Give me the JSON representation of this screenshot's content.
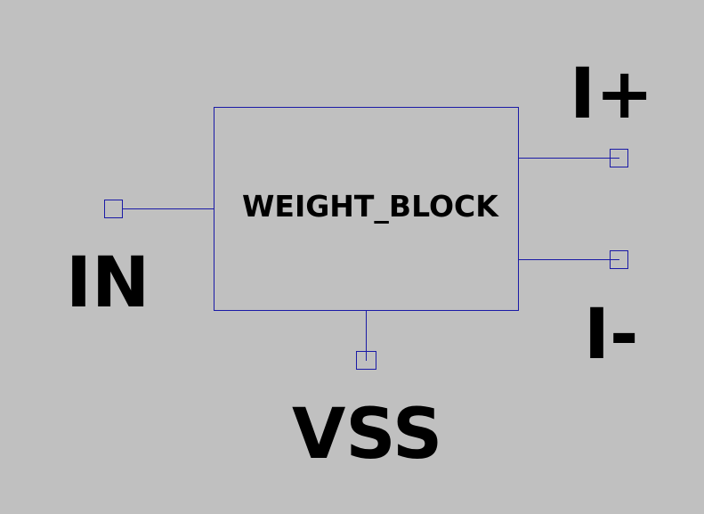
{
  "schematic": {
    "block": {
      "name": "WEIGHT_BLOCK"
    },
    "pins": {
      "in": {
        "label": "IN"
      },
      "i_plus": {
        "label": "I+"
      },
      "i_minus": {
        "label": "I-"
      },
      "vss": {
        "label": "VSS"
      }
    }
  },
  "colors": {
    "background": "#c0c0c0",
    "wire": "#1a1aa6",
    "text": "#000000"
  }
}
